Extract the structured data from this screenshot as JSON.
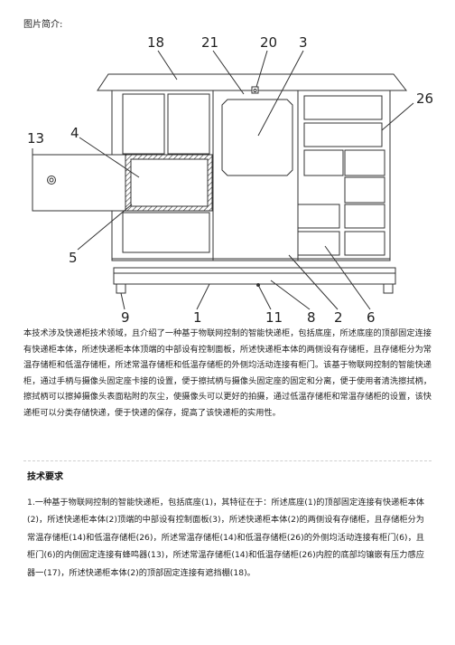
{
  "caption": "图片简介:",
  "figure_labels": {
    "l18": "18",
    "l21": "21",
    "l20": "20",
    "l3": "3",
    "l26": "26",
    "l13": "13",
    "l4": "4",
    "l5": "5",
    "l9": "9",
    "l1": "1",
    "l11": "11",
    "l8": "8",
    "l2": "2",
    "l6": "6"
  },
  "abstract": "本技术涉及快递柜技术领域，且介绍了一种基于物联网控制的智能快递柜，包括底座，所述底座的顶部固定连接有快递柜本体，所述快递柜本体顶端的中部设有控制面板，所述快递柜本体的两侧设有存储柜，且存储柜分为常温存储柜和低温存储柜，所述常温存储柜和低温存储柜的外侧均活动连接有柜门。该基于物联网控制的智能快递柜，通过手柄与摄像头固定座卡接的设置，便于擦拭柄与摄像头固定座的固定和分离，便于使用者清洗擦拭柄，擦拭柄可以擦掉摄像头表面粘附的灰尘，使摄像头可以更好的拍摄，通过低温存储柜和常温存储柜的设置，该快递柜可以分类存储快递，便于快递的保存，提高了该快递柜的实用性。",
  "requirements_title": "技术要求",
  "requirements_text": "1.一种基于物联网控制的智能快递柜，包括底座(1)，其特征在于：所述底座(1)的顶部固定连接有快递柜本体(2)，所述快递柜本体(2)顶端的中部设有控制面板(3)，所述快递柜本体(2)的两侧设有存储柜，且存储柜分为常温存储柜(14)和低温存储柜(26)，所述常温存储柜(14)和低温存储柜(26)的外侧均活动连接有柜门(6)，且柜门(6)的内侧固定连接有蜂鸣器(13)，所述常温存储柜(14)和低温存储柜(26)内腔的底部均镶嵌有压力感应器一(17)，所述快递柜本体(2)的顶部固定连接有遮挡棚(18)。"
}
